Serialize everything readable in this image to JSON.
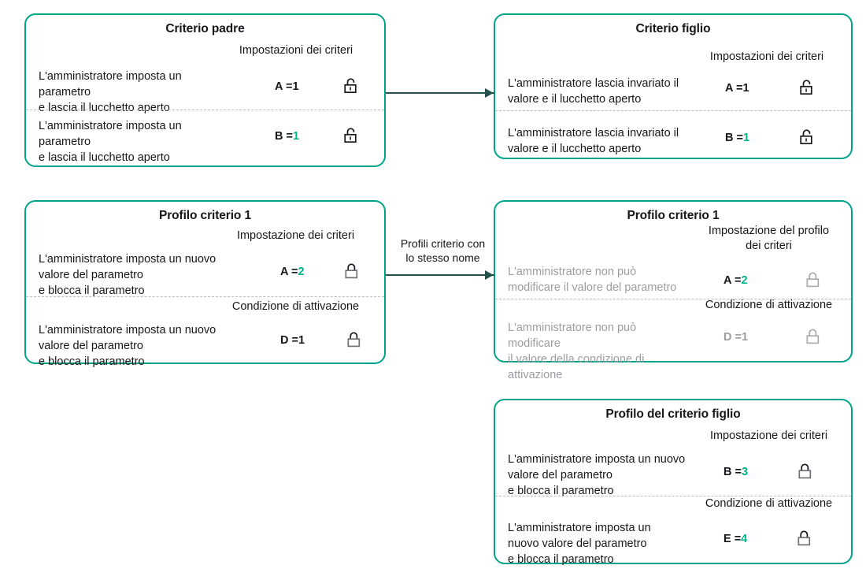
{
  "colors": {
    "card_border": "#00a488",
    "accent_green": "#00b08b",
    "arrow": "#27514f",
    "text": "#15171a",
    "muted_text": "#9b9ea1",
    "divider": "#b9bcbf"
  },
  "cards": {
    "parent_criterion": {
      "title": "Criterio padre",
      "group_label_1": "Impostazioni dei criteri",
      "rows": [
        {
          "description": "L'amministratore imposta un\nparametro\n e lascia il lucchetto aperto",
          "key": "A",
          "equals": "=",
          "value": "1",
          "value_accent": false,
          "lock": "lock-open-icon",
          "lock_state": "open",
          "muted": false
        },
        {
          "description": "L'amministratore imposta un\nparametro\n e lascia il lucchetto aperto",
          "key": "B",
          "equals": "=",
          "value": "1",
          "value_accent": true,
          "lock": "lock-open-icon",
          "lock_state": "open",
          "muted": false
        }
      ]
    },
    "child_criterion": {
      "title": "Criterio figlio",
      "group_label_1": "Impostazioni dei criteri",
      "rows": [
        {
          "description": "L'amministratore lascia invariato il\nvalore e il lucchetto aperto",
          "key": "A",
          "equals": "=",
          "value": "1",
          "value_accent": false,
          "lock": "lock-open-icon",
          "lock_state": "open",
          "muted": false
        },
        {
          "description": "L'amministratore lascia invariato il\nvalore e il lucchetto aperto",
          "key": "B",
          "equals": "=",
          "value": "1",
          "value_accent": true,
          "lock": "lock-open-icon",
          "lock_state": "open",
          "muted": false
        }
      ]
    },
    "criterion_profile_1": {
      "title": "Profilo criterio 1",
      "group_label_1": "Impostazione dei criteri",
      "group_label_2": "Condizione di attivazione",
      "rows": [
        {
          "description": "L'amministratore imposta un nuovo\nvalore del parametro\n e blocca il parametro",
          "key": "A",
          "equals": "=",
          "value": "2",
          "value_accent": true,
          "lock": "lock-closed-icon",
          "lock_state": "closed",
          "muted": false
        },
        {
          "description": "L'amministratore imposta un nuovo\nvalore del parametro\n e blocca il parametro",
          "key": "D",
          "equals": "=",
          "value": "1",
          "value_accent": false,
          "lock": "lock-closed-icon",
          "lock_state": "closed",
          "muted": false
        }
      ]
    },
    "criterion_profile_1_applied": {
      "title": "Profilo criterio 1",
      "group_label_1": "Impostazione del profilo\ndei criteri",
      "group_label_2": "Condizione di attivazione",
      "rows": [
        {
          "description": "L'amministratore non può\nmodificare il valore del parametro",
          "key": "A",
          "equals": "=",
          "value": "2",
          "value_accent": true,
          "lock": "lock-closed-icon",
          "lock_state": "closed",
          "muted": true
        },
        {
          "description": "L'amministratore non può\nmodificare\n il valore della condizione di\nattivazione",
          "key": "D",
          "equals": "=",
          "value": "1",
          "value_accent": false,
          "lock": "lock-closed-icon",
          "lock_state": "closed",
          "muted": true
        }
      ]
    },
    "child_criterion_profile": {
      "title": "Profilo del criterio figlio",
      "group_label_1": "Impostazione dei criteri",
      "group_label_2": "Condizione di attivazione",
      "rows": [
        {
          "description": "L'amministratore imposta un nuovo\nvalore del parametro\n e blocca il parametro",
          "key": "B",
          "equals": "=",
          "value": "3",
          "value_accent": true,
          "lock": "lock-closed-icon",
          "lock_state": "closed",
          "muted": false
        },
        {
          "description": "L'amministratore imposta un\nnuovo valore del parametro\n e blocca il parametro",
          "key": "E",
          "equals": "=",
          "value": "4",
          "value_accent": true,
          "lock": "lock-closed-icon",
          "lock_state": "closed",
          "muted": false
        }
      ]
    }
  },
  "connectors": {
    "top_arrow": {
      "label": ""
    },
    "middle_arrow": {
      "label": "Profili criterio con\nlo stesso nome"
    }
  }
}
